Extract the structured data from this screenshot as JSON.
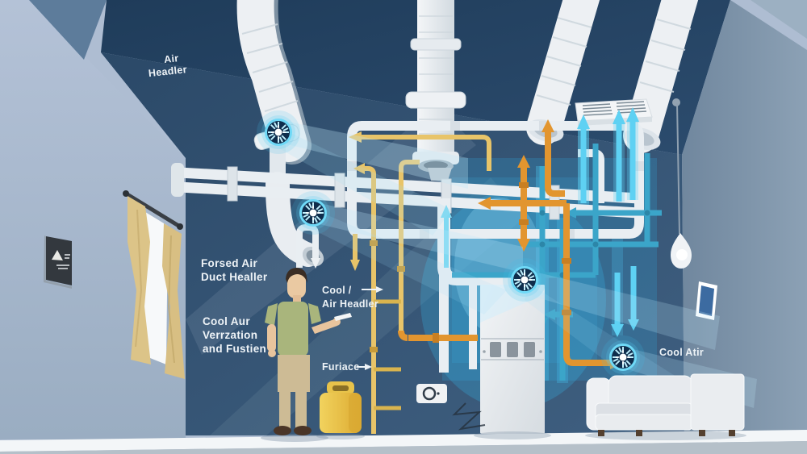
{
  "illustration": {
    "kind": "HVAC forced-air system cutaway diagram of a room",
    "labels": {
      "air_header": {
        "line1": "Air",
        "line2": "Headler"
      },
      "forced_air_duct": {
        "line1": "Forsed Air",
        "line2": "Duct Healler"
      },
      "cool_air_ventilation": {
        "line1": "Cool Aur",
        "line2": "Verrzation",
        "line3": "and Fustien"
      },
      "cool_air_handler": {
        "line1": "Cool /",
        "line2": "Air Headler"
      },
      "furnace": {
        "text": "Furiace"
      },
      "cool_air": {
        "text": "Cool Atir"
      }
    },
    "icons": [
      "fan-icon",
      "vent-grille-icon",
      "pendant-lamp-icon",
      "picture-frame-icon",
      "window-curtains",
      "couch",
      "furnace-unit",
      "portable-heater",
      "wall-outlet-icon",
      "flow-arrow-up",
      "flow-arrow-down",
      "flow-arrow-left",
      "flow-arrow-right"
    ],
    "colors": {
      "ceiling": "#24415f",
      "back_wall": "#2e4c6c",
      "left_wall": "#aebdd2",
      "right_wall": "#7e93a9",
      "floor_strip": "#f3f6f8",
      "floor": "#b5c0c9",
      "duct_white": "#edf0f3",
      "teal_pipe": "#3ba5c9",
      "cyan_glow": "#5ed1f3",
      "orange_pipe": "#e2952f",
      "yellow_pipe": "#e8c469",
      "fan_ring": "#6fd9f7",
      "shirt": "#a9b57c",
      "pants": "#cdbb95",
      "curtain": "#dcc488",
      "heater_box": "#eac94e",
      "couch": "#e9ecef"
    }
  }
}
